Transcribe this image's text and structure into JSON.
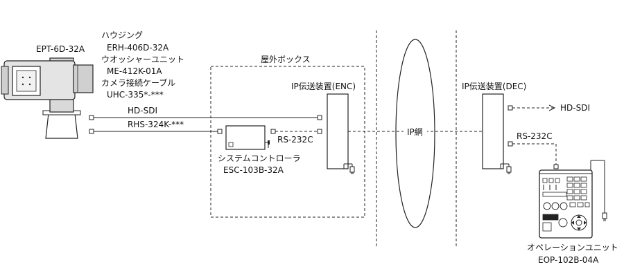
{
  "camera": {
    "model": "EPT-6D-32A",
    "housing_title": "ハウジング",
    "housing_model": "ERH-406D-32A",
    "washer_title": "ウオッシャーユニット",
    "washer_model": "ME-412K-01A",
    "cable_title": "カメラ接続ケーブル",
    "cable_model": "UHC-335*-***"
  },
  "links": {
    "hd_sdi": "HD-SDI",
    "rhs_cable": "RHS-324K-***",
    "rs232c_left": "RS-232C",
    "rs232c_right": "RS-232C",
    "hd_sdi_out": "HD-SDI"
  },
  "outdoor_box": {
    "title": "屋外ボックス"
  },
  "encoder": {
    "title": "IP伝送装置(ENC)"
  },
  "system_controller": {
    "title": "システムコントローラ",
    "model": "ESC-103B-32A"
  },
  "network": {
    "label": "IP網"
  },
  "decoder": {
    "title": "IP伝送装置(DEC)"
  },
  "operation_unit": {
    "title": "オペレーションユニット",
    "model": "EOP-102B-04A"
  }
}
